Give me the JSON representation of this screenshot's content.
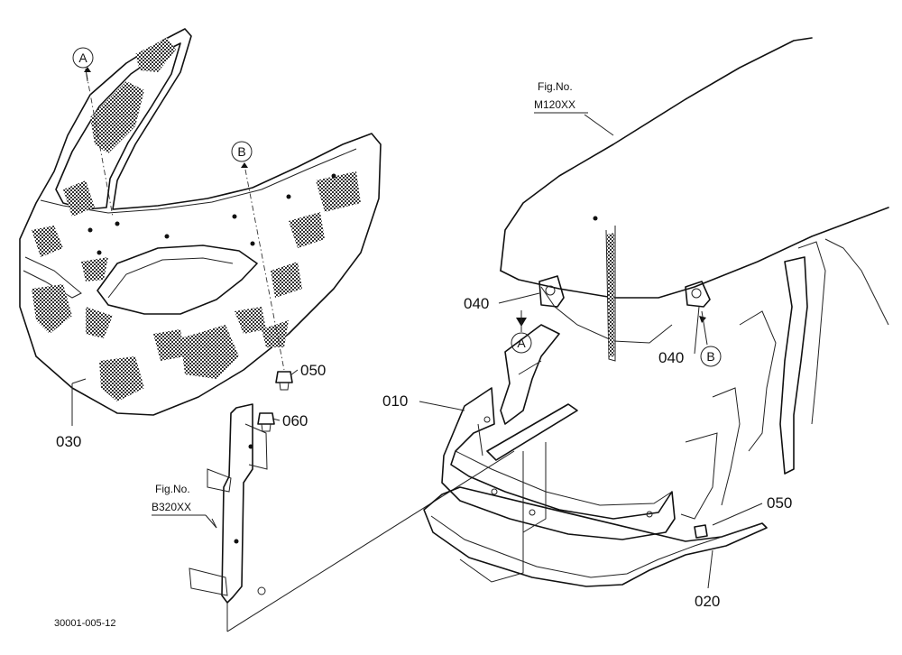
{
  "callouts": {
    "c030": "030",
    "c050_left": "050",
    "c060": "060",
    "c040_left": "040",
    "c040_right": "040",
    "c010": "010",
    "c050_right": "050",
    "c020": "020"
  },
  "reference_markers": {
    "a_top": "A",
    "b_top": "B",
    "a_bottom": "A",
    "b_bottom": "B"
  },
  "figure_refs": {
    "top_label": "Fig.No.",
    "top_number": "M120XX",
    "left_label": "Fig.No.",
    "left_number": "B320XX"
  },
  "drawing_code": "30001-005-12"
}
